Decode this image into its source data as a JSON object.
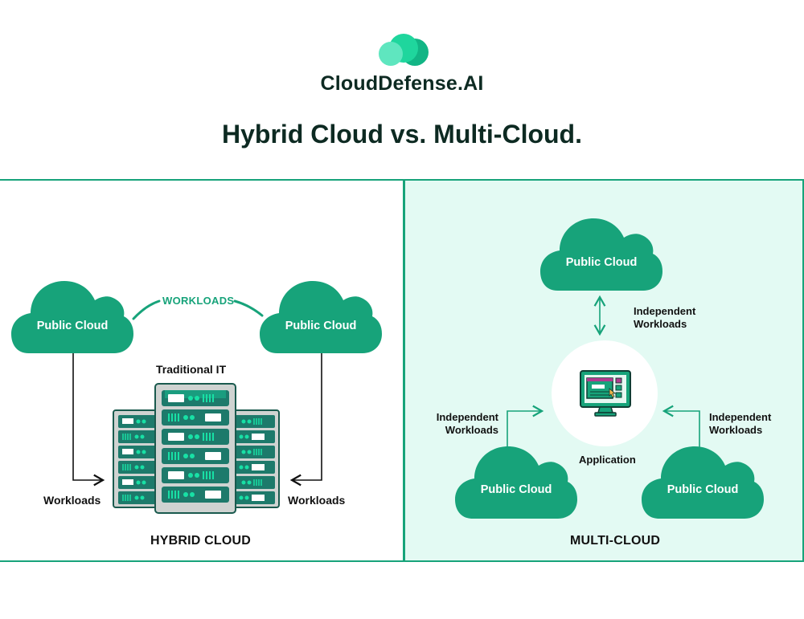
{
  "header": {
    "brand": "CloudDefense.AI",
    "title": "Hybrid Cloud vs. Multi-Cloud.",
    "logo_icon": "cloud-logo-icon"
  },
  "colors": {
    "primary_green": "#17a37a",
    "light_green": "#5ee8bd",
    "panel_bg": "#e3faf3",
    "server_dark": "#1d7a6b",
    "server_light": "#18e0a5",
    "text_dark": "#0d2a22"
  },
  "hybrid": {
    "section_label": "HYBRID CLOUD",
    "cloud_left": "Public Cloud",
    "cloud_right": "Public Cloud",
    "link_label": "WORKLOADS",
    "center_label": "Traditional IT",
    "left_arrow_label": "Workloads",
    "right_arrow_label": "Workloads",
    "center_icon": "server-rack-icon"
  },
  "multi": {
    "section_label": "MULTI-CLOUD",
    "cloud_top": "Public Cloud",
    "cloud_bottom_left": "Public Cloud",
    "cloud_bottom_right": "Public Cloud",
    "top_arrow_label_line1": "Independent",
    "top_arrow_label_line2": "Workloads",
    "left_arrow_label_line1": "Independent",
    "left_arrow_label_line2": "Workloads",
    "right_arrow_label_line1": "Independent",
    "right_arrow_label_line2": "Workloads",
    "center_label": "Application",
    "center_icon": "monitor-application-icon"
  }
}
